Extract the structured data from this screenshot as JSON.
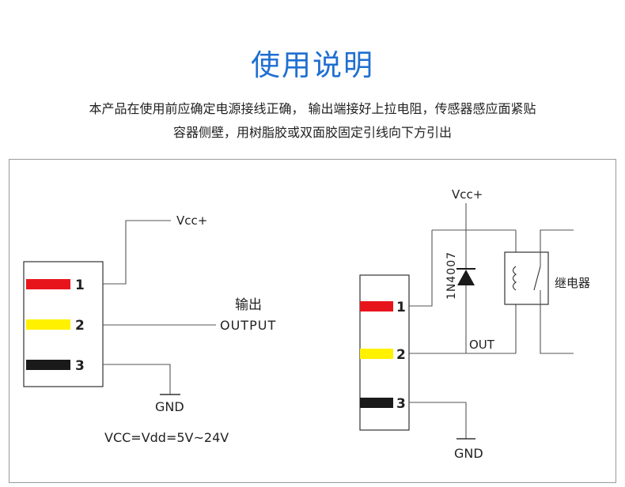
{
  "title": "使用说明",
  "description": {
    "line1": "本产品在使用前应确定电源接线正确， 输出端接好上拉电阻，传感器感应面紧贴",
    "line2": "容器侧壁，用树脂胶或双面胶固定引线向下方引出"
  },
  "left_diagram": {
    "vcc_label": "Vcc+",
    "output_cn": "输出",
    "output_en": "OUTPUT",
    "gnd_label": "GND",
    "supply_note": "VCC=Vdd=5V~24V",
    "pins": [
      {
        "number": "1",
        "color": "#e8141c"
      },
      {
        "number": "2",
        "color": "#fff100"
      },
      {
        "number": "3",
        "color": "#1a1a1a"
      }
    ]
  },
  "right_diagram": {
    "vcc_label": "Vcc+",
    "diode_label": "1N4007",
    "out_label": "OUT",
    "relay_label": "继电器",
    "gnd_label": "GND",
    "pins": [
      {
        "number": "1",
        "color": "#e8141c"
      },
      {
        "number": "2",
        "color": "#fff100"
      },
      {
        "number": "3",
        "color": "#1a1a1a"
      }
    ]
  }
}
